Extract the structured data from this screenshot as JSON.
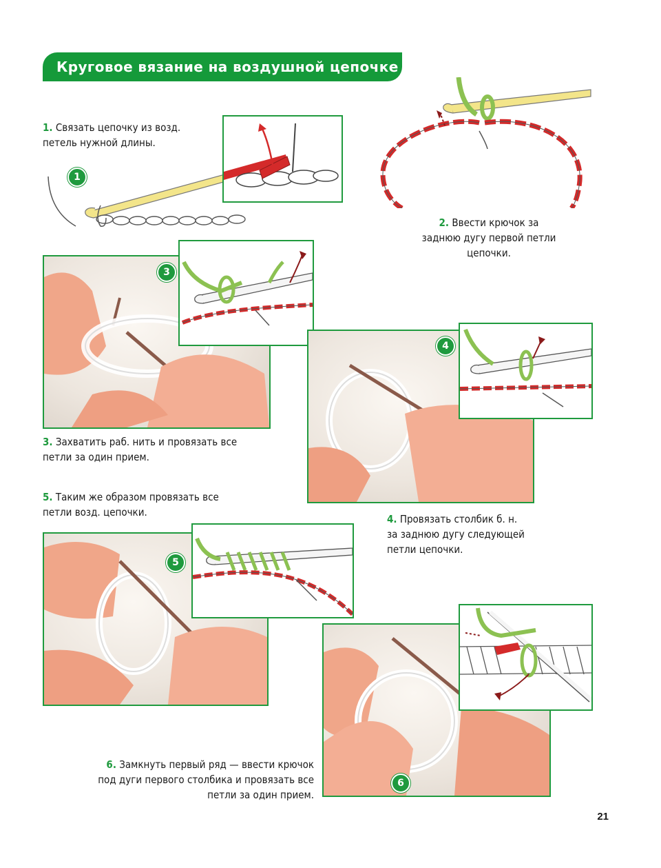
{
  "title": "Круговое вязание на воздушной цепочке",
  "steps": [
    {
      "num": "1.",
      "badge": "1",
      "lines": [
        "Связать цепочку из возд.",
        "петель нужной длины."
      ]
    },
    {
      "num": "2.",
      "lines": [
        "Ввести крючок за",
        "заднюю дугу первой петли",
        "цепочки."
      ]
    },
    {
      "num": "3.",
      "badge": "3",
      "lines": [
        "Захватить раб. нить и провязать все",
        "петли за один прием."
      ]
    },
    {
      "num": "4.",
      "badge": "4",
      "lines": [
        "Провязать столбик б. н.",
        "за заднюю дугу следующей",
        "петли цепочки."
      ]
    },
    {
      "num": "5.",
      "badge": "5",
      "lines": [
        "Таким же образом провязать все",
        "петли возд. цепочки."
      ]
    },
    {
      "num": "6.",
      "badge": "6",
      "lines": [
        "Замкнуть первый ряд — ввести крючок",
        "под дуги первого столбика и провязать все",
        "петли за один прием."
      ]
    }
  ],
  "page_number": "21",
  "colors": {
    "accent": "#1f9a3e",
    "yarn_red": "#d42a2a",
    "yarn_green": "#8cc152",
    "hook": "#f3e58a"
  }
}
